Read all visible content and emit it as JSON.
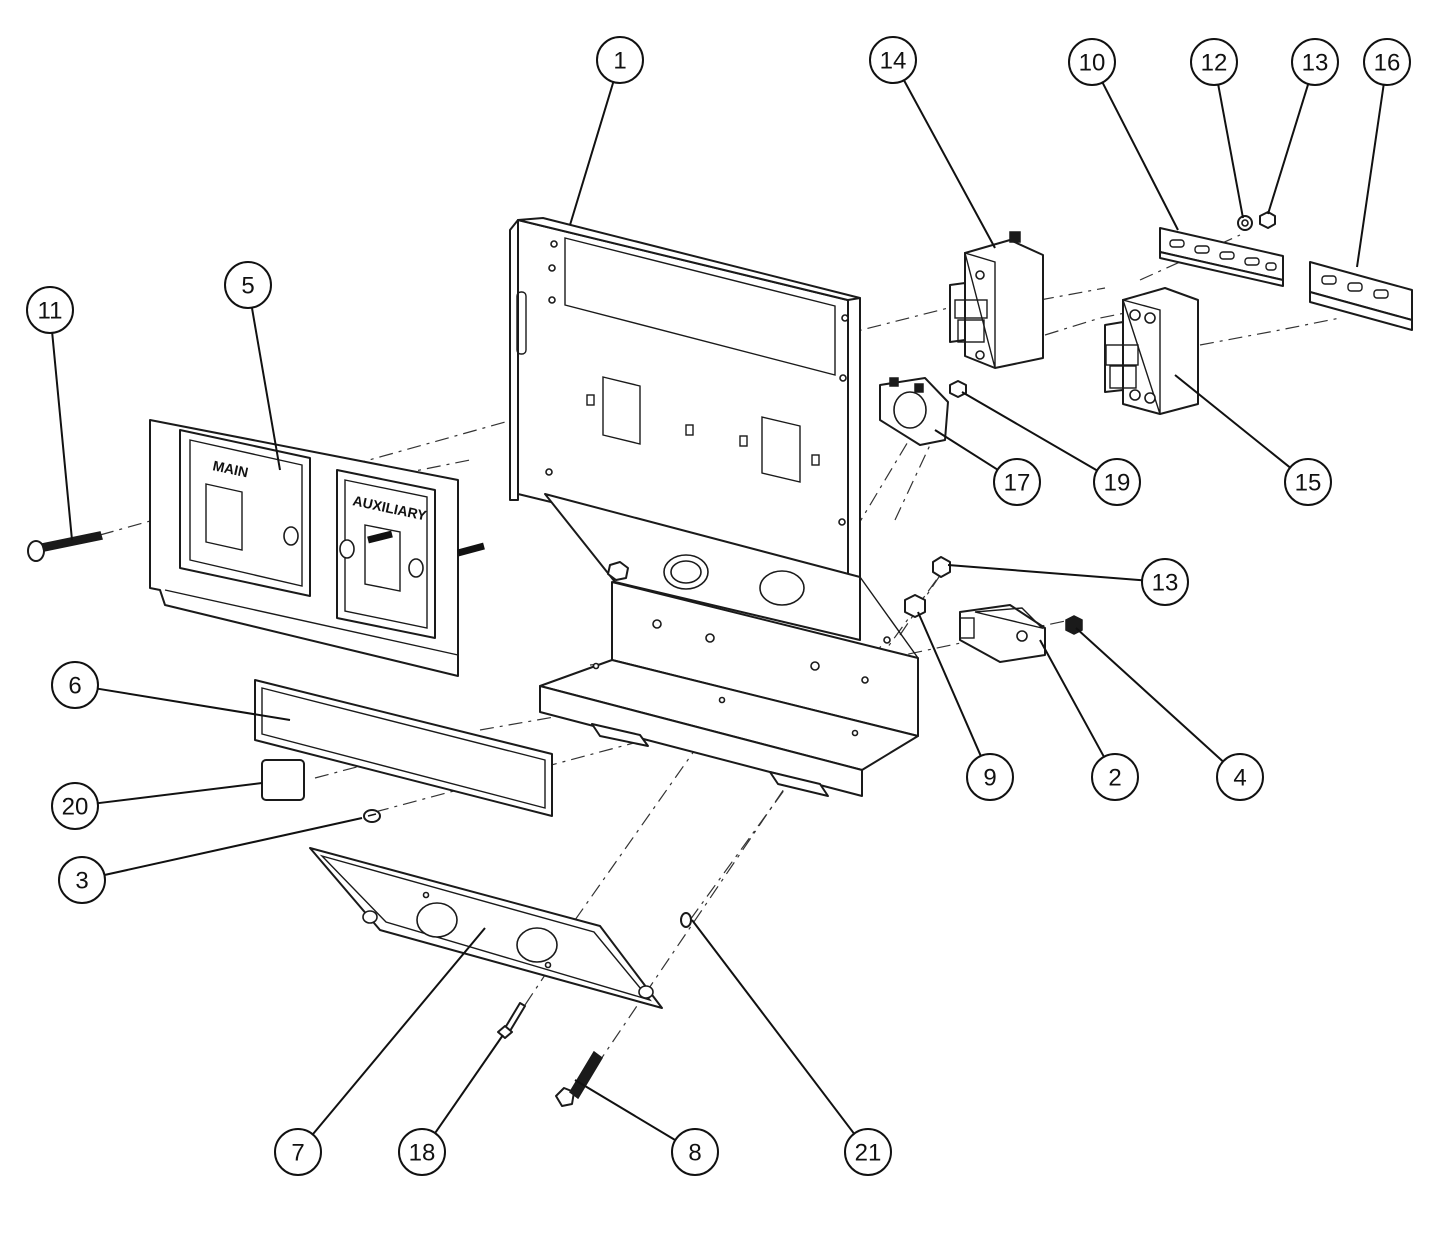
{
  "plate_labels": {
    "main": "MAIN",
    "auxiliary": "AUXILIARY"
  },
  "callouts": [
    {
      "id": "1",
      "label": "1"
    },
    {
      "id": "14",
      "label": "14"
    },
    {
      "id": "10",
      "label": "10"
    },
    {
      "id": "12",
      "label": "12"
    },
    {
      "id": "13a",
      "label": "13"
    },
    {
      "id": "16",
      "label": "16"
    },
    {
      "id": "5",
      "label": "5"
    },
    {
      "id": "11",
      "label": "11"
    },
    {
      "id": "17",
      "label": "17"
    },
    {
      "id": "19",
      "label": "19"
    },
    {
      "id": "15",
      "label": "15"
    },
    {
      "id": "13b",
      "label": "13"
    },
    {
      "id": "6",
      "label": "6"
    },
    {
      "id": "9",
      "label": "9"
    },
    {
      "id": "2",
      "label": "2"
    },
    {
      "id": "4",
      "label": "4"
    },
    {
      "id": "20",
      "label": "20"
    },
    {
      "id": "3",
      "label": "3"
    },
    {
      "id": "7",
      "label": "7"
    },
    {
      "id": "18",
      "label": "18"
    },
    {
      "id": "8",
      "label": "8"
    },
    {
      "id": "21",
      "label": "21"
    }
  ]
}
